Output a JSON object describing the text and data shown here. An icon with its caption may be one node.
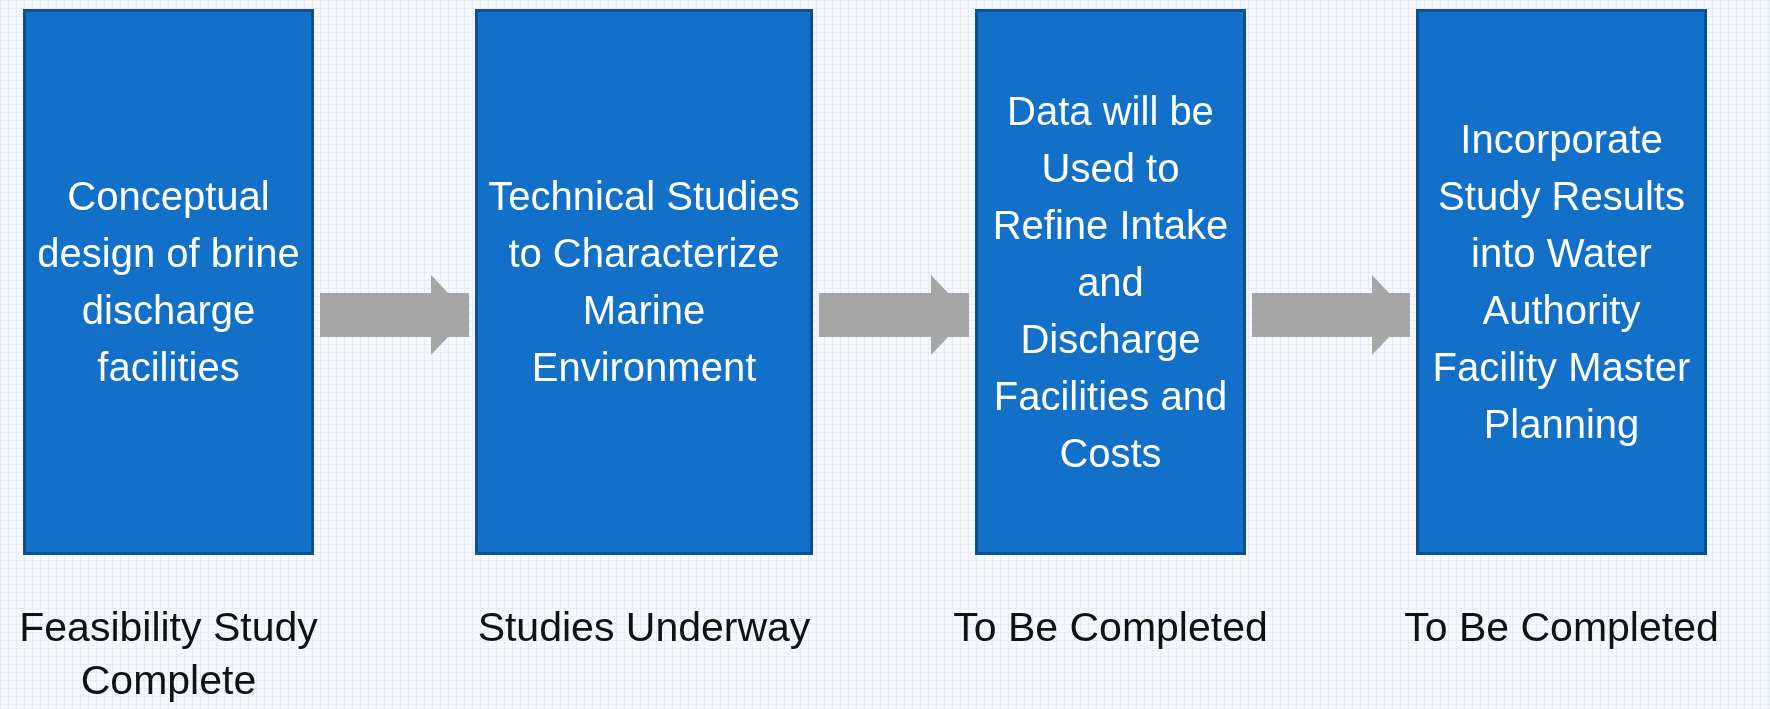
{
  "diagram": {
    "nodes": [
      {
        "text": [
          "Conceptual design of brine discharge facilities"
        ],
        "beside": [
          "Feasibility Study Complete"
        ]
      },
      {
        "text": [
          "Technical Studies to Characterize Marine Environment"
        ],
        "beside": [
          "Studies Underway"
        ]
      },
      {
        "text": [
          "Data will be Used to Refine Intake and Discharge Facilities and Costs"
        ],
        "beside": [
          "To Be Completed"
        ]
      },
      {
        "text": [
          "Incorporate Study Results into Water Authority Facility Master Planning"
        ],
        "beside": [
          "To Be Completed"
        ]
      }
    ],
    "edges": [
      {
        "from": 0,
        "to": 1,
        "arrow": "to"
      },
      {
        "from": 1,
        "to": 2,
        "arrow": "to"
      },
      {
        "from": 2,
        "to": 3,
        "arrow": "to"
      }
    ]
  }
}
